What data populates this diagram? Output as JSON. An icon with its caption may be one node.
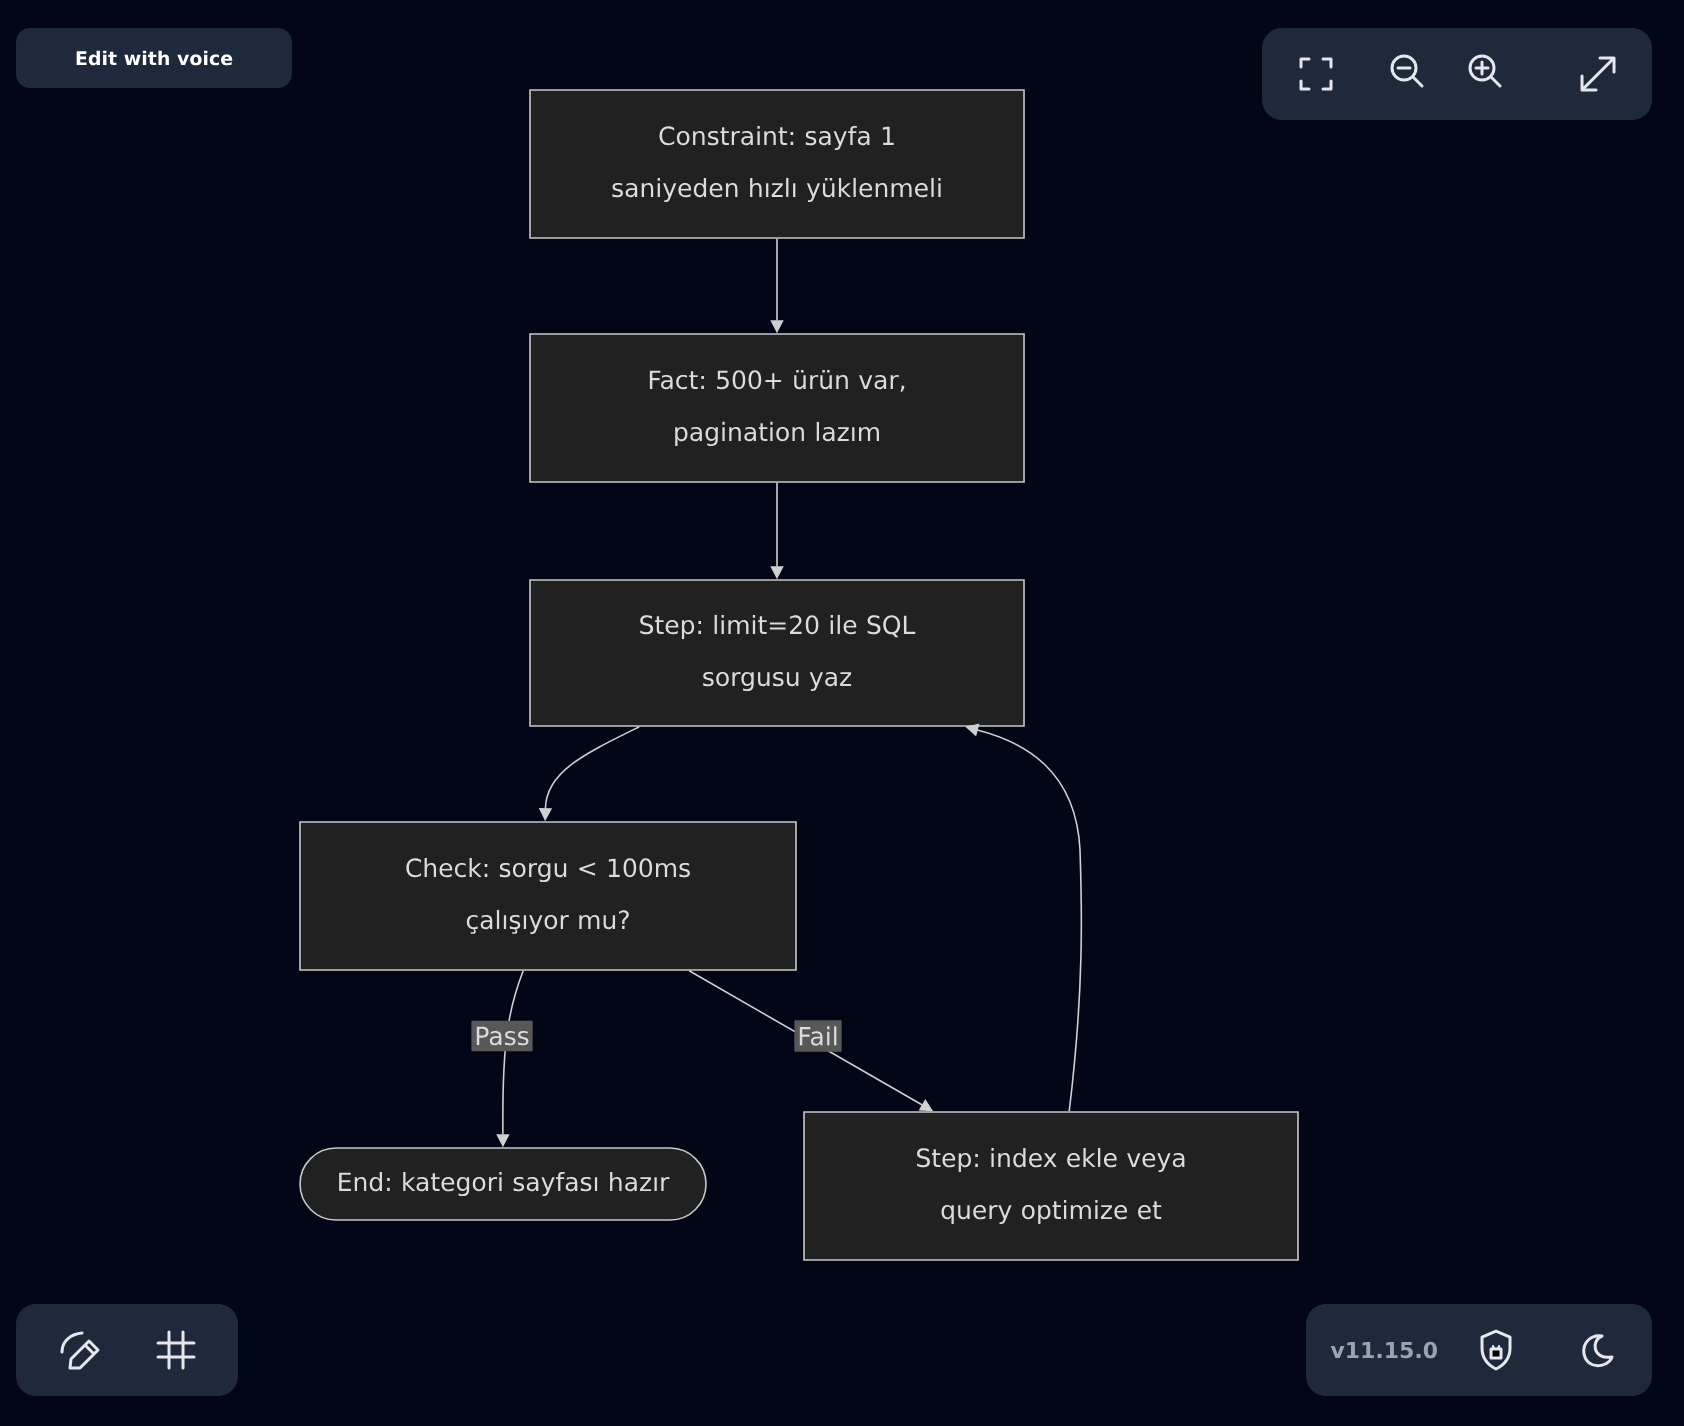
{
  "diagram": {
    "nodes": [
      {
        "text": [
          "Constraint: sayfa 1 saniyeden hızlı yüklenmeli"
        ]
      },
      {
        "text": [
          "Fact: 500+ ürün var, pagination lazım"
        ]
      },
      {
        "text": [
          "Step: limit=20 ile SQL sorgusu yaz"
        ]
      },
      {
        "text": [
          "Check: sorgu < 100ms çalışıyor mu?"
        ]
      },
      {
        "text": [
          "End: kategori sayfası hazır"
        ]
      },
      {
        "text": [
          "Step: index ekle veya query optimize et"
        ]
      }
    ],
    "edges": [
      {
        "from": 0,
        "to": 1,
        "arrow": "to"
      },
      {
        "from": 1,
        "to": 2,
        "arrow": "to"
      },
      {
        "from": 2,
        "to": 3,
        "arrow": "to"
      },
      {
        "from": 3,
        "to": 4,
        "arrow": "to",
        "label": "Pass"
      },
      {
        "from": 3,
        "to": 5,
        "arrow": "to",
        "label": "Fail"
      },
      {
        "from": 5,
        "to": 2,
        "arrow": "to"
      }
    ],
    "labels": [
      "Edit with voice",
      "v11.15.0"
    ]
  }
}
